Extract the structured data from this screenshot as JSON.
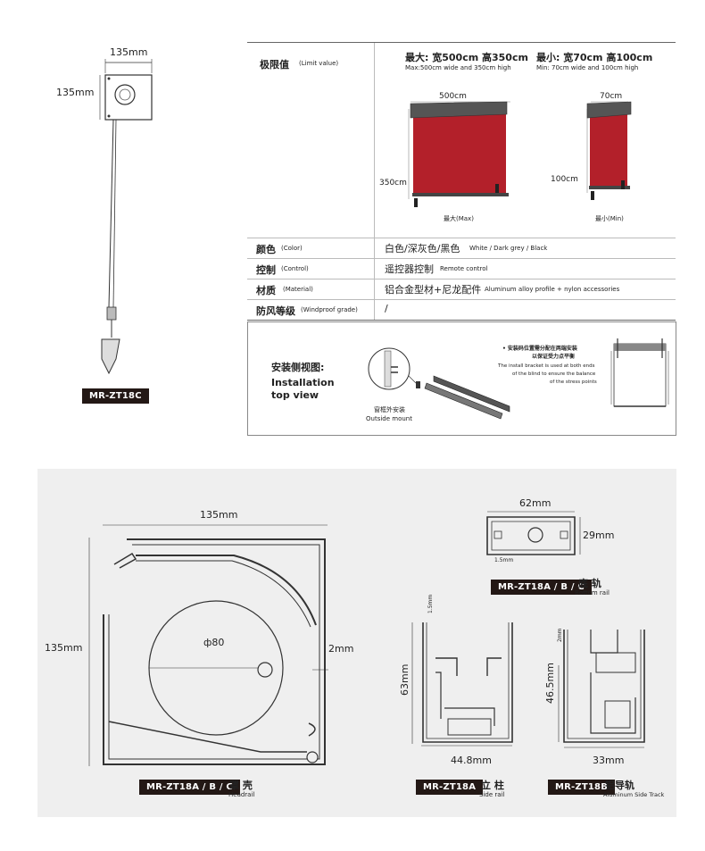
{
  "product_left": {
    "top_dimension": "135mm",
    "side_dimension": "135mm",
    "model_tag": "MR-ZT18C"
  },
  "spec_table": {
    "limit_label": "极限值",
    "limit_label_en": "(Limit value)",
    "max_title": "最大: 宽500cm 高350cm",
    "max_sub": "Max:500cm wide and 350cm high",
    "min_title": "最小: 宽70cm 高100cm",
    "min_sub": "Min: 70cm wide and 100cm high",
    "max_width": "500cm",
    "max_height": "350cm",
    "max_caption": "最大(Max)",
    "min_width": "70cm",
    "min_height": "100cm",
    "min_caption": "最小(Min)",
    "color_label": "颜色",
    "color_label_en": "(Color)",
    "color_value": "白色/深灰色/黑色",
    "color_value_en": "White / Dark grey / Black",
    "control_label": "控制",
    "control_label_en": "(Control)",
    "control_value": "遥控器控制",
    "control_value_en": "Remote control",
    "material_label": "材质",
    "material_label_en": "(Material)",
    "material_value": "铝合金型材+尼龙配件",
    "material_value_en": "Aluminum alloy profile + nylon accessories",
    "wind_label": "防风等级",
    "wind_label_en": "(Windproof grade)",
    "wind_value": "/",
    "fabric_color": "#b3202a"
  },
  "installation": {
    "title_cn": "安装侧视图:",
    "title_en_1": "Installation",
    "title_en_2": "top view",
    "mount_cn": "窗框外安装",
    "mount_en": "Outside mount",
    "note_cn_1": "• 安装码位置需分配在两端安装",
    "note_cn_2": "以保证受力点平衡",
    "note_en_1": "The install bracket is used at both ends",
    "note_en_2": "of the blind to ensure the balance",
    "note_en_3": "of the stress points"
  },
  "drawings": {
    "headrail_width": "135mm",
    "headrail_height": "135mm",
    "diameter": "ф80",
    "wall": "2mm",
    "headrail_tag": "MR-ZT18A / B / C",
    "headrail_cn": "罩 壳",
    "headrail_en": "Headrail",
    "bottom_width": "62mm",
    "bottom_height": "29mm",
    "bottom_wall": "1.5mm",
    "bottom_tag": "MR-ZT18A / B / C",
    "bottom_cn": "底 轨",
    "bottom_en": "Bottom rail",
    "side_wall": "1.5mm",
    "side_height": "63mm",
    "side_width": "44.8mm",
    "side_tag": "MR-ZT18A",
    "side_cn": "立 柱",
    "side_en": "Side rail",
    "track_wall": "2mm",
    "track_height": "46.5mm",
    "track_width": "33mm",
    "track_tag": "MR-ZT18B",
    "track_cn": "铝导轨",
    "track_en": "Aluminum Side Track"
  }
}
